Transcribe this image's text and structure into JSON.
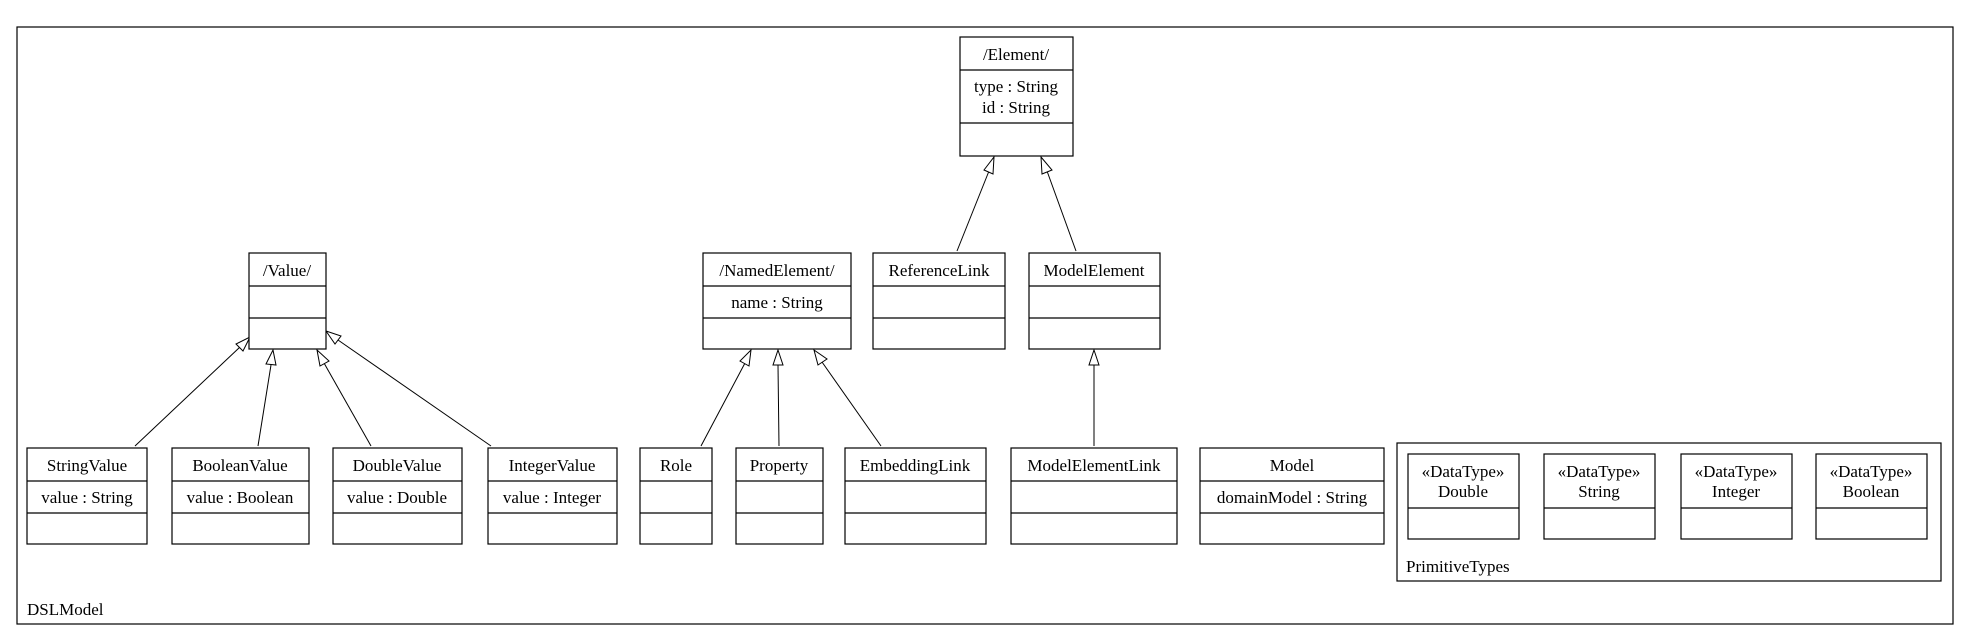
{
  "packages": {
    "outer": {
      "label": "DSLModel"
    },
    "primitive": {
      "label": "PrimitiveTypes"
    }
  },
  "classes": {
    "element": {
      "name": "/Element/",
      "attrs": [
        "type : String",
        "id : String"
      ]
    },
    "value": {
      "name": "/Value/",
      "attrs": []
    },
    "named_element": {
      "name": "/NamedElement/",
      "attrs": [
        "name : String"
      ]
    },
    "reference_link": {
      "name": "ReferenceLink",
      "attrs": []
    },
    "model_element": {
      "name": "ModelElement",
      "attrs": []
    },
    "string_value": {
      "name": "StringValue",
      "attrs": [
        "value : String"
      ]
    },
    "boolean_value": {
      "name": "BooleanValue",
      "attrs": [
        "value : Boolean"
      ]
    },
    "double_value": {
      "name": "DoubleValue",
      "attrs": [
        "value : Double"
      ]
    },
    "integer_value": {
      "name": "IntegerValue",
      "attrs": [
        "value : Integer"
      ]
    },
    "role": {
      "name": "Role",
      "attrs": []
    },
    "property": {
      "name": "Property",
      "attrs": []
    },
    "embedding_link": {
      "name": "EmbeddingLink",
      "attrs": []
    },
    "model_element_link": {
      "name": "ModelElementLink",
      "attrs": []
    },
    "model": {
      "name": "Model",
      "attrs": [
        "domainModel : String"
      ]
    },
    "dt_double": {
      "stereotype": "«DataType»",
      "name": "Double"
    },
    "dt_string": {
      "stereotype": "«DataType»",
      "name": "String"
    },
    "dt_integer": {
      "stereotype": "«DataType»",
      "name": "Integer"
    },
    "dt_boolean": {
      "stereotype": "«DataType»",
      "name": "Boolean"
    }
  },
  "generalizations": [
    {
      "child": "ReferenceLink",
      "parent": "/Element/"
    },
    {
      "child": "ModelElement",
      "parent": "/Element/"
    },
    {
      "child": "StringValue",
      "parent": "/Value/"
    },
    {
      "child": "BooleanValue",
      "parent": "/Value/"
    },
    {
      "child": "DoubleValue",
      "parent": "/Value/"
    },
    {
      "child": "IntegerValue",
      "parent": "/Value/"
    },
    {
      "child": "Role",
      "parent": "/NamedElement/"
    },
    {
      "child": "Property",
      "parent": "/NamedElement/"
    },
    {
      "child": "EmbeddingLink",
      "parent": "/NamedElement/"
    },
    {
      "child": "ModelElementLink",
      "parent": "ModelElement"
    }
  ],
  "colors": {
    "stroke": "#000000",
    "fill": "#ffffff"
  }
}
